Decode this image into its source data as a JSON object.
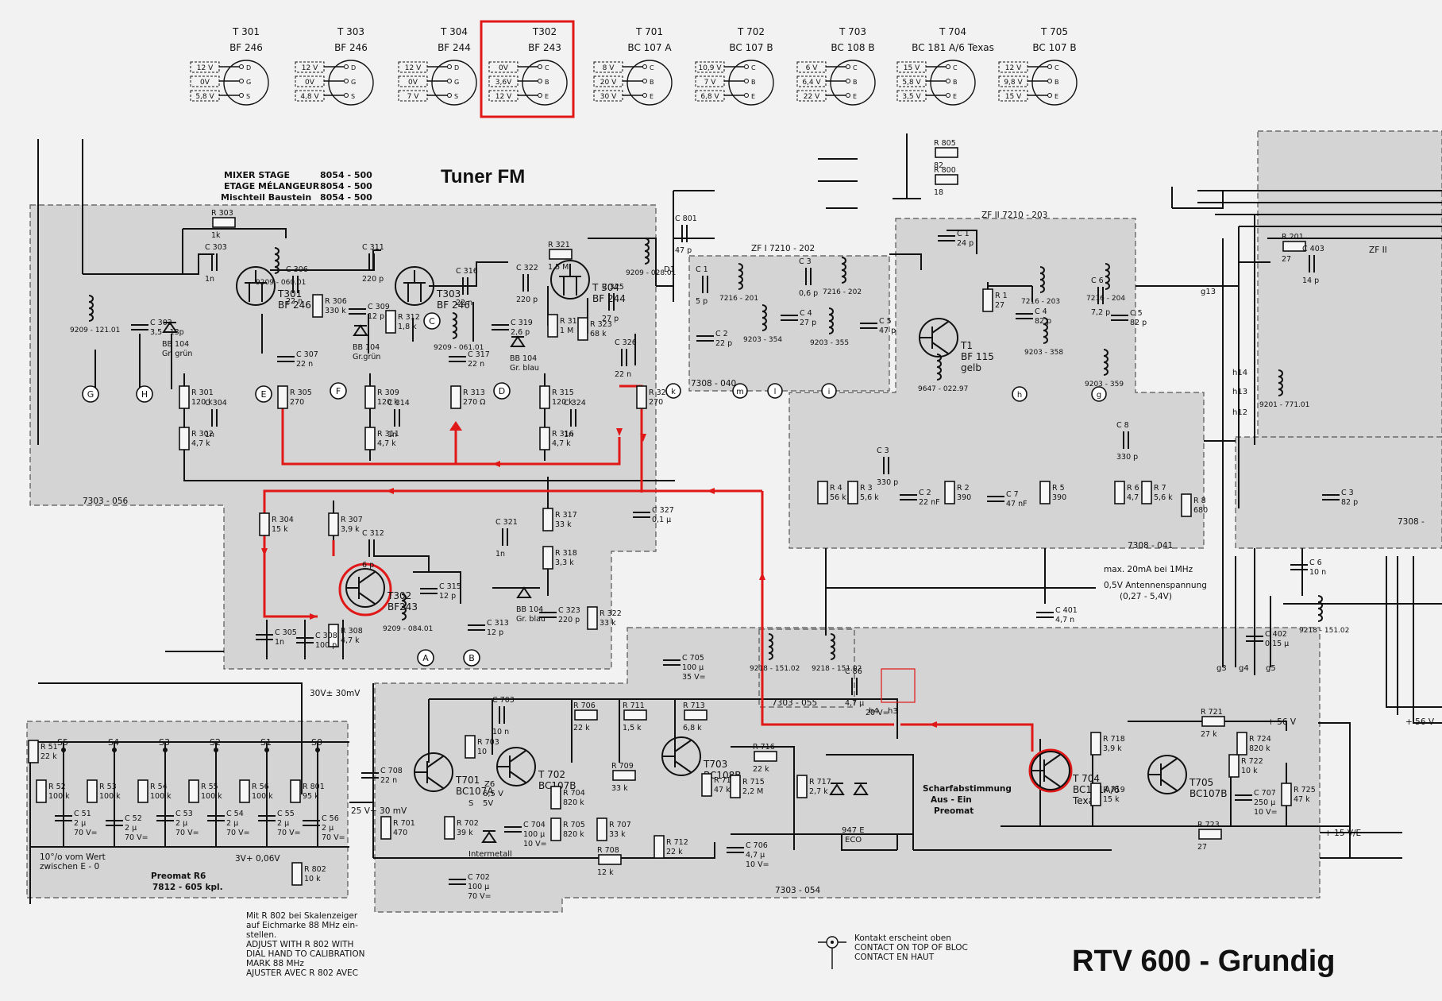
{
  "tuner_title": "Tuner FM",
  "brand_label": "RTV 600 -  Grundig",
  "highlight_color": "#e01818",
  "mixer_stage": {
    "line1_left": "MIXER STAGE",
    "line1_right": "8054 - 500",
    "line2_left": "ETAGE MÉLANGEUR",
    "line2_right": "8054 - 500",
    "line3_left": "Mischteil Baustein",
    "line3_right": "8054 - 500"
  },
  "pinouts": [
    {
      "name": "T 301",
      "type": "BF 246",
      "pins": [
        "12 V",
        "0V",
        "5,8 V"
      ],
      "letters": [
        "D",
        "G",
        "S"
      ],
      "highlighted": false
    },
    {
      "name": "T 303",
      "type": "BF 246",
      "pins": [
        "12 V",
        "0V",
        "4,8 V"
      ],
      "letters": [
        "D",
        "G",
        "S"
      ],
      "highlighted": false
    },
    {
      "name": "T 304",
      "type": "BF 244",
      "pins": [
        "12 V",
        "0V",
        "7 V"
      ],
      "letters": [
        "D",
        "G",
        "S"
      ],
      "highlighted": false
    },
    {
      "name": "T302",
      "type": "BF 243",
      "pins": [
        "0V",
        "3,6V",
        "12 V"
      ],
      "letters": [
        "C",
        "B",
        "E"
      ],
      "highlighted": true
    },
    {
      "name": "T 701",
      "type": "BC 107 A",
      "pins": [
        "8 V",
        "20 V",
        "30 V"
      ],
      "letters": [
        "C",
        "B",
        "E"
      ],
      "highlighted": false
    },
    {
      "name": "T 702",
      "type": "BC 107 B",
      "pins": [
        "10,9 V",
        "7 V",
        "6,8 V"
      ],
      "letters": [
        "C",
        "B",
        "E"
      ],
      "highlighted": false
    },
    {
      "name": "T 703",
      "type": "BC 108 B",
      "pins": [
        "6 V",
        "6,4 V",
        "22 V"
      ],
      "letters": [
        "C",
        "B",
        "E"
      ],
      "highlighted": false
    },
    {
      "name": "T 704",
      "type": "BC 181 A/6  Texas",
      "pins": [
        "15 V",
        "5,8 V",
        "3,5 V"
      ],
      "letters": [
        "C",
        "B",
        "E"
      ],
      "highlighted": false
    },
    {
      "name": "T 705",
      "type": "BC 107 B",
      "pins": [
        "12 V",
        "9,8 V",
        "15 V"
      ],
      "letters": [
        "C",
        "B",
        "E"
      ],
      "highlighted": false
    }
  ],
  "transistors": {
    "t301": {
      "ref": "T301",
      "type": "BF 246"
    },
    "t303": {
      "ref": "T303",
      "type": "BF 246"
    },
    "t304": {
      "ref": "T 304",
      "type": "BF 244"
    },
    "t302": {
      "ref": "T302",
      "type": "BF243"
    },
    "t1": {
      "ref": "T1",
      "type": "BF 115",
      "note": "gelb"
    },
    "t701": {
      "ref": "T701",
      "type": "BC107A"
    },
    "t702": {
      "ref": "T 702",
      "type": "BC107B"
    },
    "t703": {
      "ref": "T703",
      "type": "BC108B"
    },
    "t704": {
      "ref": "T 704",
      "type": "BC181A/6",
      "note": "Texas"
    },
    "t705": {
      "ref": "T705",
      "type": "BC107B"
    }
  },
  "resistors": {
    "r303": {
      "ref": "R 303",
      "val": "1k"
    },
    "r301": {
      "ref": "R 301",
      "val": "120 k"
    },
    "r302": {
      "ref": "R 302",
      "val": "4,7 k"
    },
    "r305": {
      "ref": "R 305",
      "val": "270"
    },
    "r306": {
      "ref": "R 306",
      "val": "330 k"
    },
    "r312": {
      "ref": "R 312",
      "val": "1,8 k"
    },
    "r309": {
      "ref": "R 309",
      "val": "120 k"
    },
    "r311": {
      "ref": "R 311",
      "val": "4,7 k"
    },
    "r313": {
      "ref": "R 313",
      "val": "270 Ω"
    },
    "r321": {
      "ref": "R 321",
      "val": "1,5 M"
    },
    "r319": {
      "ref": "R 319",
      "val": "1 M"
    },
    "r315": {
      "ref": "R 315",
      "val": "120 k"
    },
    "r316": {
      "ref": "R 316",
      "val": "4,7 k"
    },
    "r323": {
      "ref": "R 323",
      "val": "68 k"
    },
    "r324": {
      "ref": "R 324",
      "val": "270"
    },
    "r304": {
      "ref": "R 304",
      "val": "15 k"
    },
    "r307": {
      "ref": "R 307",
      "val": "3,9 k"
    },
    "r317": {
      "ref": "R 317",
      "val": "33 k"
    },
    "r318": {
      "ref": "R 318",
      "val": "3,3 k"
    },
    "r308": {
      "ref": "R 308",
      "val": "4,7 k"
    },
    "r322": {
      "ref": "R 322",
      "val": "33 k"
    },
    "r805": {
      "ref": "R 805",
      "val": "82"
    },
    "r800": {
      "ref": "R 800",
      "val": "18"
    },
    "r1": {
      "ref": "R 1",
      "val": "27"
    },
    "r4": {
      "ref": "R 4",
      "val": "56 k"
    },
    "r3": {
      "ref": "R 3",
      "val": "5,6 k"
    },
    "r2": {
      "ref": "R 2",
      "val": "390"
    },
    "r5": {
      "ref": "R 5",
      "val": "390"
    },
    "r6": {
      "ref": "R 6",
      "val": "4,7 k"
    },
    "r7": {
      "ref": "R 7",
      "val": "5,6 k"
    },
    "r8": {
      "ref": "R 8",
      "val": "680"
    },
    "r706": {
      "ref": "R 706",
      "val": "22 k"
    },
    "r711": {
      "ref": "R 711",
      "val": "1,5 k"
    },
    "r713": {
      "ref": "R 713",
      "val": "6,8 k"
    },
    "r703": {
      "ref": "R 703",
      "val": "10"
    },
    "r704": {
      "ref": "R 704",
      "val": "820 k"
    },
    "r705": {
      "ref": "R 705",
      "val": "820 k"
    },
    "r707": {
      "ref": "R 707",
      "val": "33 k"
    },
    "r709": {
      "ref": "R 709",
      "val": "33 k"
    },
    "r714": {
      "ref": "R 714",
      "val": "47 k"
    },
    "r712": {
      "ref": "R 712",
      "val": "22 k"
    },
    "r708": {
      "ref": "R 708",
      "val": "12 k"
    },
    "r716": {
      "ref": "R 716",
      "val": "22 k"
    },
    "r715": {
      "ref": "R 715",
      "val": "2,2 M"
    },
    "r717": {
      "ref": "R 717",
      "val": "2,7 k"
    },
    "r701": {
      "ref": "R 701",
      "val": "470"
    },
    "r702": {
      "ref": "R 702",
      "val": "39 k"
    },
    "r721": {
      "ref": "R 721",
      "val": "27 k"
    },
    "r718": {
      "ref": "R 718",
      "val": "3,9 k"
    },
    "r719": {
      "ref": "R 719",
      "val": "15 k"
    },
    "r722": {
      "ref": "R 722",
      "val": "10 k"
    },
    "r724": {
      "ref": "R 724",
      "val": "820 k"
    },
    "r725": {
      "ref": "R 725",
      "val": "47 k"
    },
    "r723": {
      "ref": "R 723",
      "val": "27"
    },
    "r51": {
      "ref": "R 51",
      "val": "22 k"
    },
    "r52": {
      "ref": "R 52",
      "val": "100 k"
    },
    "r53": {
      "ref": "R 53",
      "val": "100 k"
    },
    "r54": {
      "ref": "R 54",
      "val": "100 k"
    },
    "r55": {
      "ref": "R 55",
      "val": "100 k"
    },
    "r56": {
      "ref": "R 56",
      "val": "100 k"
    },
    "r801": {
      "ref": "R 801",
      "val": "95 k"
    },
    "r802": {
      "ref": "R 802",
      "val": "10 k"
    },
    "r201": {
      "ref": "R 201",
      "val": "27"
    }
  },
  "capacitors": {
    "c303": {
      "ref": "C 303",
      "val": "1n"
    },
    "c302": {
      "ref": "C 302",
      "val": "3,5 - 13p"
    },
    "c311": {
      "ref": "C 311",
      "val": "220 p"
    },
    "c306": {
      "ref": "C 306",
      "val": "22 n"
    },
    "c309": {
      "ref": "C 309",
      "val": "12 p"
    },
    "c307": {
      "ref": "C 307",
      "val": "22 n"
    },
    "c304": {
      "ref": "C 304",
      "val": "1n"
    },
    "c314": {
      "ref": "C 314",
      "val": "1n"
    },
    "c316": {
      "ref": "C 316",
      "val": "22 n"
    },
    "c322": {
      "ref": "C 322",
      "val": "220 p"
    },
    "c319": {
      "ref": "C 319",
      "val": "2,6 p"
    },
    "c317": {
      "ref": "C 317",
      "val": "22 n"
    },
    "c325": {
      "ref": "C 325",
      "val": "27 p"
    },
    "c326": {
      "ref": "C 326",
      "val": "22 n"
    },
    "c324": {
      "ref": "C 324",
      "val": "1n"
    },
    "c327": {
      "ref": "C 327",
      "val": "0,1 µ"
    },
    "c312": {
      "ref": "C 312",
      "val": "6 p"
    },
    "c321": {
      "ref": "C 321",
      "val": "1n"
    },
    "c315": {
      "ref": "C 315",
      "val": "12 p"
    },
    "c323": {
      "ref": "C 323",
      "val": "220 p"
    },
    "c305": {
      "ref": "C 305",
      "val": "1n"
    },
    "c308": {
      "ref": "C 308",
      "val": "100 p"
    },
    "c313": {
      "ref": "C 313",
      "val": "12 p"
    },
    "c801": {
      "ref": "C 801",
      "val": "47 p"
    },
    "zf_c1": {
      "ref": "C 1",
      "val": "5 p"
    },
    "zf_c2": {
      "ref": "C 2",
      "val": "22 p"
    },
    "zf_c3": {
      "ref": "C 3",
      "val": "0,6 p"
    },
    "zf_c4": {
      "ref": "C 4",
      "val": "27 p"
    },
    "zf_c5": {
      "ref": "C 5",
      "val": "47 p"
    },
    "c1": {
      "ref": "C 1",
      "val": "24 p"
    },
    "c4": {
      "ref": "C 4",
      "val": "82 p"
    },
    "c6": {
      "ref": "C 6",
      "val": "7,2 p"
    },
    "c5": {
      "ref": "C 5",
      "val": "82 p"
    },
    "c8": {
      "ref": "C 8",
      "val": "330 p"
    },
    "c3": {
      "ref": "C 3",
      "val": "330 p"
    },
    "c2": {
      "ref": "C 2",
      "val": "22 nF"
    },
    "c7": {
      "ref": "C 7",
      "val": "47 nF"
    },
    "c401": {
      "ref": "C 401",
      "val": "4,7 n"
    },
    "c86": {
      "ref": "C 86",
      "val": "4,7 µ",
      "volt": "20 V="
    },
    "c705": {
      "ref": "C 705",
      "val": "100 µ",
      "volt": "35 V="
    },
    "c703": {
      "ref": "C 703",
      "val": "10 n"
    },
    "c704": {
      "ref": "C 704",
      "val": "100 µ",
      "volt": "10 V="
    },
    "c702": {
      "ref": "C 702",
      "val": "100 µ",
      "volt": "70 V="
    },
    "c706": {
      "ref": "C 706",
      "val": "4,7 µ",
      "volt": "10 V="
    },
    "c707": {
      "ref": "C 707",
      "val": "250 µ",
      "volt": "10 V="
    },
    "c708": {
      "ref": "C 708",
      "val": "22 n"
    },
    "c51": {
      "ref": "C 51",
      "val": "2 µ",
      "volt": "70 V="
    },
    "c52": {
      "ref": "C 52",
      "val": "2 µ",
      "volt": "70 V="
    },
    "c53": {
      "ref": "C 53",
      "val": "2 µ",
      "volt": "70 V="
    },
    "c54": {
      "ref": "C 54",
      "val": "2 µ",
      "volt": "70 V="
    },
    "c55": {
      "ref": "C 55",
      "val": "2 µ",
      "volt": "70 V="
    },
    "c56": {
      "ref": "C 56",
      "val": "2 µ",
      "volt": "70 V="
    },
    "c403": {
      "ref": "C 403",
      "val": "14 p"
    },
    "c402": {
      "ref": "C 402",
      "val": "0,15 µ"
    },
    "c3r": {
      "ref": "C 3",
      "val": "82 p"
    },
    "c6r": {
      "ref": "C 6",
      "val": "10 n"
    }
  },
  "coils": {
    "l9209_121": "9209 - 121.01",
    "l9209_060": "9209 - 060.01",
    "l9209_061": "9209 - 061.01",
    "l9209_028": "9209 - 028.01",
    "l9209_084": "9209 - 084.01",
    "l7216_201": "7216 - 201",
    "l7216_202": "7216 - 202",
    "l9203_a": "9203 - 354",
    "l9203_b": "9203 - 355",
    "l9647": "9647 - 022.97",
    "l7216_203": "7216 - 203",
    "l7216_204": "7216 - 204",
    "l9203_c": "9203 - 358",
    "l9203_d": "9203 - 359",
    "l9218_a": "9218 - 151.02",
    "l9218_b": "9218 - 151.02",
    "l9218_c": "9218 - 151.02",
    "l9201": "9201 - 771.01"
  },
  "diodes": {
    "bb104_1": {
      "type": "BB 104",
      "color": "Gr. grün"
    },
    "bb104_2": {
      "type": "BB 104",
      "color": "Gr.grün"
    },
    "bb104_3": {
      "type": "BB 104",
      "color": "Gr. blau"
    },
    "bb104_4": {
      "type": "BB 104",
      "color": "Gr. blau"
    },
    "z6": {
      "type": "Z6",
      "val": "6,5 V"
    },
    "z6_2": {
      "type": "S",
      "val": "5V"
    },
    "intermetall": "Intermetall",
    "d947": "947 E",
    "d947b": "ECO"
  },
  "boards": {
    "b7303_056": "7303 - 056",
    "b7308_040": "7308 - 040",
    "zf1": "ZF I   7210 - 202",
    "zf2": "ZF II   7210 - 203",
    "zf2_right": "ZF II",
    "b7308_041": "7308 - 041",
    "b7303_055": "7303 - 055",
    "b7303_054": "7303 - 054",
    "b7308_right": "7308 -",
    "preomat": "Preomat R6",
    "preomat_code": "7812 - 605 kpl."
  },
  "points": {
    "g": "G",
    "h": "H",
    "e": "E",
    "f": "F",
    "c": "C",
    "d": "D",
    "a": "A",
    "b": "B",
    "k": "k",
    "m": "m",
    "l": "l",
    "i": "i",
    "h_small": "h",
    "g_small": "g",
    "h4": "h4",
    "h3": "h3",
    "g3": "g3",
    "g4": "g4",
    "g5": "g5",
    "h14": "h14",
    "h13": "h13",
    "h12": "h12",
    "d1": "D1",
    "g13": "g13"
  },
  "switches": {
    "s5": "S5",
    "s4": "S4",
    "s3": "S3",
    "s2": "S2",
    "s1": "S1",
    "s0": "S0"
  },
  "notes": {
    "v30": "30V± 30mV",
    "v30b": "3V+ 0,06V",
    "v25": "25 V+ 30 mV",
    "vb56": "+ 56 V",
    "v15": "+ 15 V/E",
    "v56": "+ 56 V",
    "scharf1": "Scharfabstimmung",
    "scharf2": "Aus - Ein",
    "scharf3": "Preomat",
    "max20": "max. 20mA bei 1MHz",
    "ant1": "0,5V Antennenspannung",
    "ant2": "(0,27 - 5,4V)",
    "tol1": "10°/o vom Wert",
    "tol2": "zwischen E - 0",
    "r802_1": "Mit R 802 bei Skalenzeiger",
    "r802_2": "auf Eichmarke 88 MHz ein-",
    "r802_3": "stellen.",
    "r802_4": "ADJUST WITH R 802 WITH",
    "r802_5": "DIAL HAND TO CALIBRATION",
    "r802_6": "MARK 88 MHz",
    "r802_7": "AJUSTER AVEC R 802 AVEC",
    "contact1": "Kontakt erscheint oben",
    "contact2": "CONTACT ON TOP OF BLOC",
    "contact3": "CONTACT EN HAUT"
  }
}
